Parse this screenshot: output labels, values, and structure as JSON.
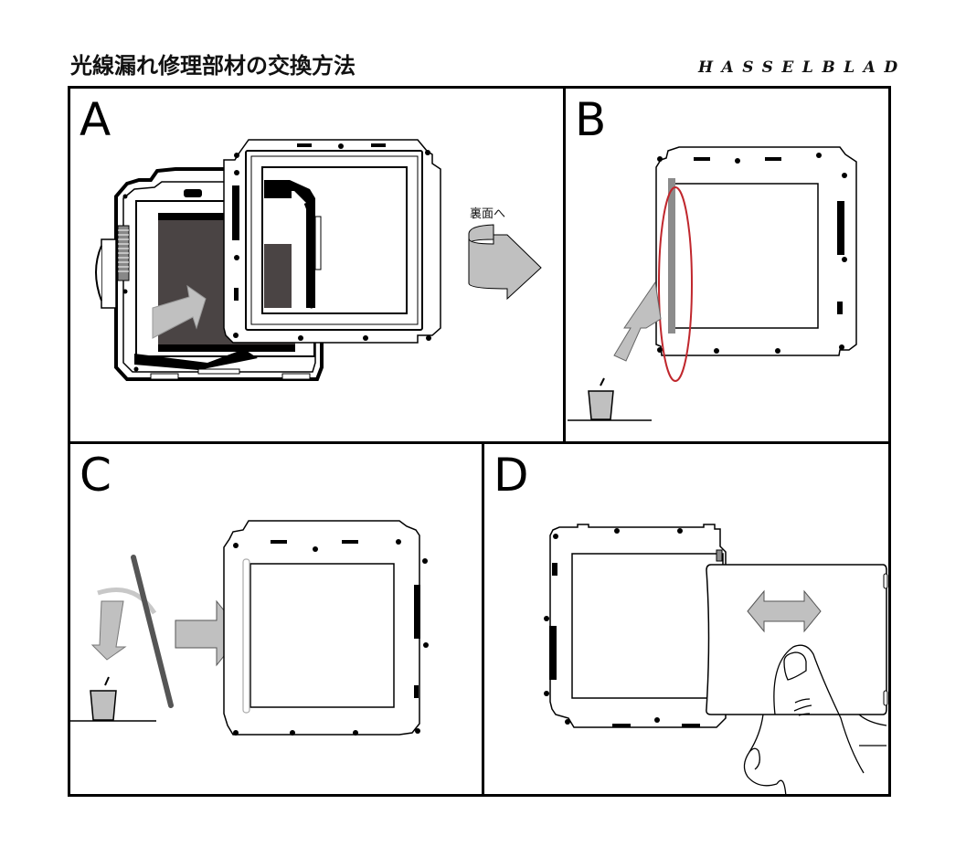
{
  "document": {
    "title": "光線漏れ修理部材の交換方法",
    "brand_logo": "HASSELBLAD"
  },
  "panels": [
    {
      "id": "A",
      "label": "A",
      "caption": "裏面へ"
    },
    {
      "id": "B",
      "label": "B"
    },
    {
      "id": "C",
      "label": "C"
    },
    {
      "id": "D",
      "label": "D"
    }
  ],
  "colors": {
    "line": "#000000",
    "arrow_fill": "#c0c0c0",
    "film_dark": "#4a4444",
    "seal_strip": "#8c8c8c",
    "highlight_ellipse": "#c0272d",
    "paper": "#ffffff"
  }
}
